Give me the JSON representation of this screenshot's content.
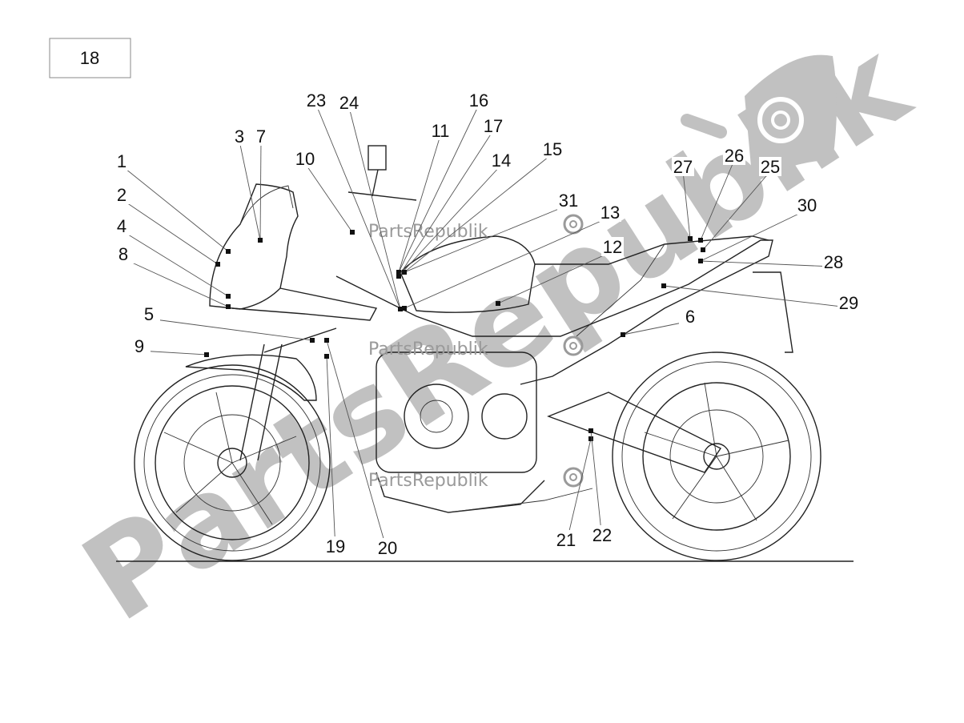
{
  "diagram": {
    "sheet_number": "18",
    "callouts": [
      "1",
      "2",
      "3",
      "4",
      "5",
      "6",
      "7",
      "8",
      "9",
      "10",
      "11",
      "12",
      "13",
      "14",
      "15",
      "16",
      "17",
      "19",
      "20",
      "21",
      "22",
      "23",
      "24",
      "25",
      "26",
      "27",
      "28",
      "29",
      "30",
      "31"
    ]
  },
  "watermark": {
    "large_text": "PartsRepublik",
    "small_text": "PartsRepublik",
    "color": "#a9a9a9",
    "icon": "gear-icon"
  }
}
